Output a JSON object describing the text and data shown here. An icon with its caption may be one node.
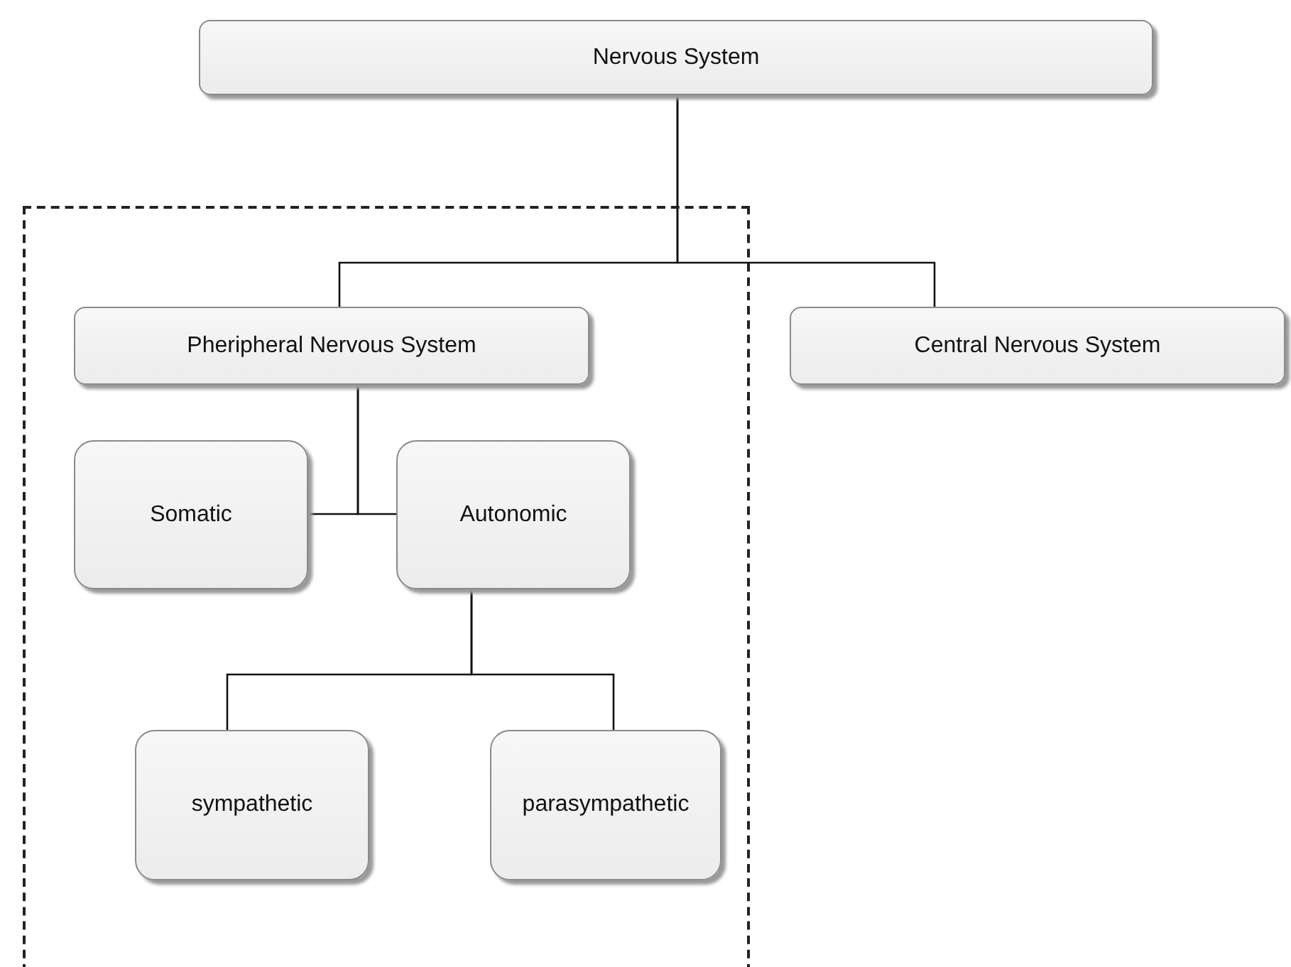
{
  "diagram": {
    "nodes": [
      {
        "text": [
          "Nervous System"
        ]
      },
      {
        "text": [],
        "shape": "box"
      },
      {
        "text": [
          "Pheripheral Nervous System"
        ],
        "in": 1
      },
      {
        "text": [
          "Central Nervous System"
        ]
      },
      {
        "text": [
          "Somatic"
        ],
        "in": 1
      },
      {
        "text": [
          "Autonomic"
        ],
        "in": 1
      },
      {
        "text": [
          "sympathetic"
        ],
        "in": 1
      },
      {
        "text": [
          "parasympathetic"
        ],
        "in": 1
      }
    ],
    "edges": [
      {
        "from": 0,
        "to": 2,
        "arrow": "none"
      },
      {
        "from": 0,
        "to": 3,
        "arrow": "none"
      },
      {
        "from": 2,
        "to": 4,
        "arrow": "none"
      },
      {
        "from": 2,
        "to": 5,
        "arrow": "none"
      },
      {
        "from": 5,
        "to": 6,
        "arrow": "none"
      },
      {
        "from": 5,
        "to": 7,
        "arrow": "none"
      }
    ]
  }
}
